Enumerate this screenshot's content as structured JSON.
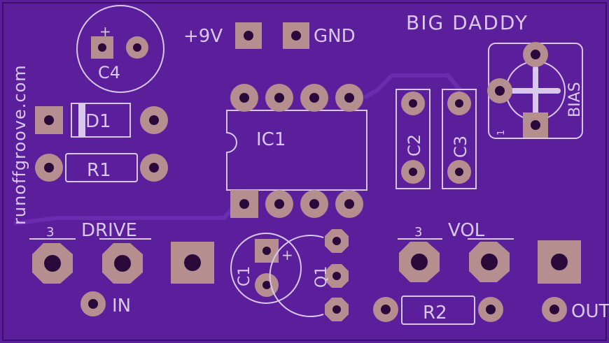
{
  "colors": {
    "board": "#5b1f9c",
    "board_edge": "#3a0f6a",
    "silk": "#d9c8ee",
    "pad": "#b58f8f",
    "pad_dark": "#2a0a3a",
    "trace": "#6a2db0"
  },
  "board": {
    "title": "BIG DADDY",
    "website": "runoffgroove.com"
  },
  "labels": {
    "power": "+9V",
    "ground": "GND",
    "c4": "C4",
    "c4_plus": "+",
    "d1": "D1",
    "r1": "R1",
    "ic1": "IC1",
    "c2": "C2",
    "c3": "C3",
    "bias": "BIAS",
    "bias_pin1": "1",
    "drive": "DRIVE",
    "drive_pin3": "3",
    "in": "IN",
    "c1": "C1",
    "c1_plus": "+",
    "q1": "Q1",
    "r2": "R2",
    "vol": "VOL",
    "vol_pin3": "3",
    "out": "OUT"
  }
}
